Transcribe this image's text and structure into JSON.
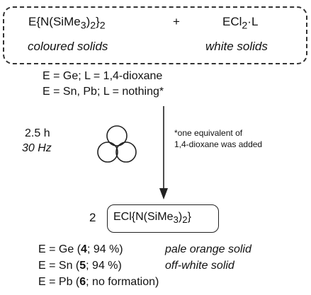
{
  "reactants": {
    "r1_formula": {
      "pre": "E{N(SiMe",
      "sub1": "3",
      "mid": ")",
      "sub2": "2",
      "post": "}",
      "sub3": "2"
    },
    "r1_state": "coloured solids",
    "plus": "+",
    "r2_formula": {
      "pre": "ECl",
      "sub1": "2",
      "post": "·L"
    },
    "r2_state": "white solids"
  },
  "conditions": {
    "line1": "E = Ge; L = 1,4-dioxane",
    "line2": "E = Sn, Pb; L = nothing*"
  },
  "milling": {
    "time": "2.5 h",
    "frequency": "30 Hz",
    "icon": "ball-mill-icon"
  },
  "footnote": {
    "line1": "*one equivalent of",
    "line2": "1,4-dioxane  was added"
  },
  "product": {
    "coefficient": "2",
    "formula": {
      "pre": "ECl{N(SiMe",
      "sub1": "3",
      "mid": ")",
      "sub2": "2",
      "post": "}"
    }
  },
  "results": [
    {
      "prefix": "E = Ge (",
      "compound": "4",
      "detail": "; 94 %)",
      "description": "pale orange solid"
    },
    {
      "prefix": "E = Sn (",
      "compound": "5",
      "detail": "; 94 %)",
      "description": "off-white solid"
    },
    {
      "prefix": "E = Pb (",
      "compound": "6",
      "detail": "; no formation)",
      "description": ""
    }
  ]
}
